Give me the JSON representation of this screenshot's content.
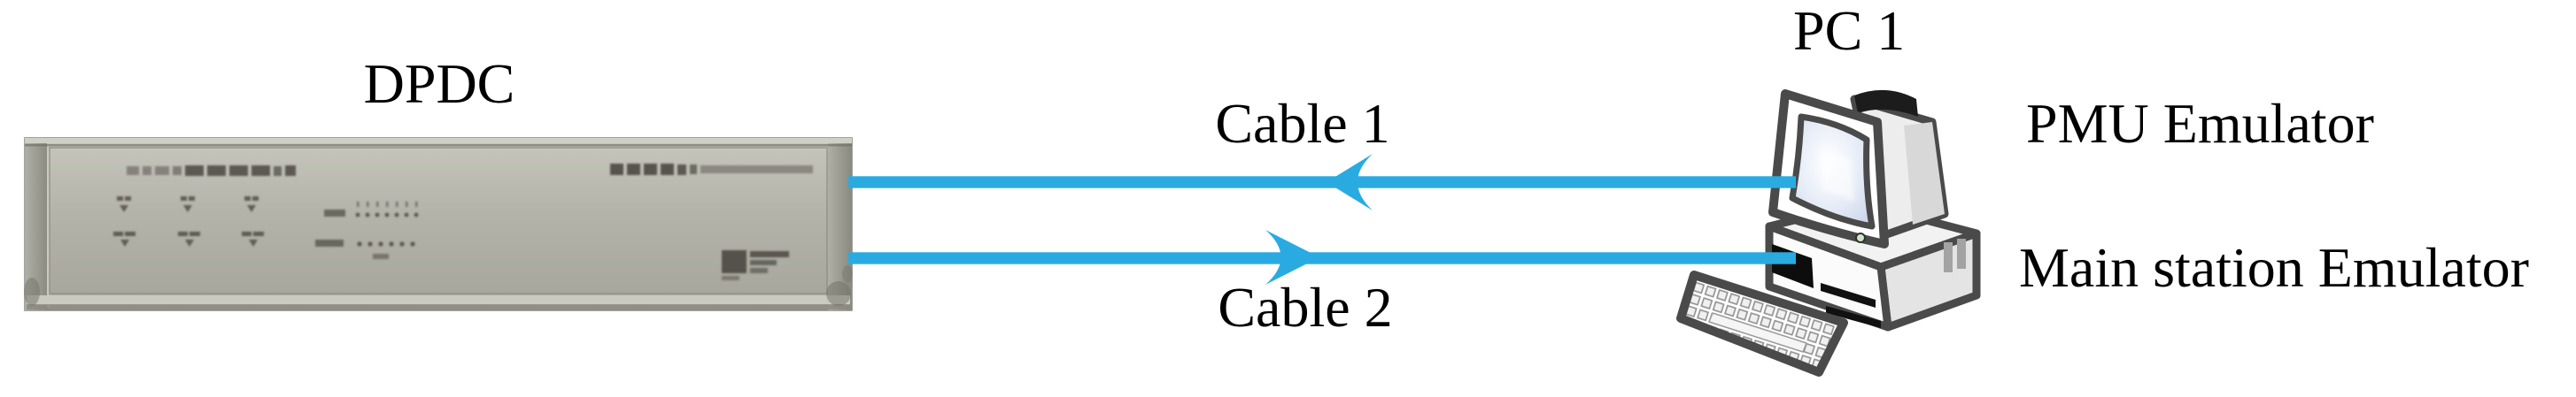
{
  "figure": {
    "type": "network-connection-diagram",
    "device": {
      "name": "DPDC",
      "description": "grey rack-mounted data concentrator unit (photo)"
    },
    "pc": {
      "name": "PC 1",
      "software_top": "PMU Emulator",
      "software_bottom": "Main station Emulator"
    },
    "cables": [
      {
        "label": "Cable 1",
        "arrow_direction": "left"
      },
      {
        "label": "Cable 2",
        "arrow_direction": "right"
      }
    ],
    "colors": {
      "cable": "#29ABE2",
      "pc_outline": "#4a4a4a",
      "device_panel": "#b4b3aa",
      "label_text": "#000000",
      "background": "#ffffff"
    }
  }
}
